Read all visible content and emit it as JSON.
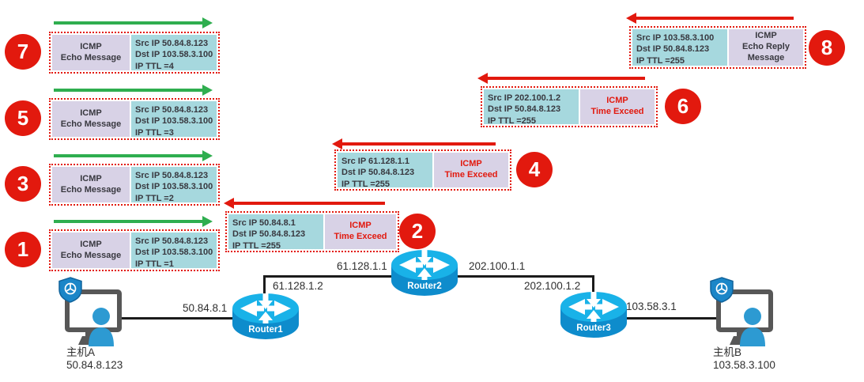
{
  "colors": {
    "red": "#e2190e",
    "green": "#2fae4f",
    "cell_icmp_bg": "#d8d2e6",
    "cell_ip_bg": "#a6d8de",
    "router_top": "#19b2e8",
    "router_body": "#0e8ccc",
    "line": "#1b1b1b"
  },
  "packets": {
    "left": [
      {
        "number": "7",
        "icmp": "ICMP\nEcho Message",
        "src": "Src IP 50.84.8.123",
        "dst": "Dst IP 103.58.3.100",
        "ttl": "IP TTL =4"
      },
      {
        "number": "5",
        "icmp": "ICMP\nEcho Message",
        "src": "Src IP 50.84.8.123",
        "dst": "Dst IP 103.58.3.100",
        "ttl": "IP TTL =3"
      },
      {
        "number": "3",
        "icmp": "ICMP\nEcho Message",
        "src": "Src IP 50.84.8.123",
        "dst": "Dst IP 103.58.3.100",
        "ttl": "IP TTL =2"
      },
      {
        "number": "1",
        "icmp": "ICMP\nEcho Message",
        "src": "Src IP 50.84.8.123",
        "dst": "Dst IP 103.58.3.100",
        "ttl": "IP TTL =1"
      }
    ],
    "right": [
      {
        "number": "8",
        "icmp": "ICMP\nEcho Reply\nMessage",
        "src": "Src IP 103.58.3.100",
        "dst": "Dst IP 50.84.8.123",
        "ttl": "IP TTL =255"
      },
      {
        "number": "6",
        "icmp": "ICMP\nTime Exceed",
        "src": "Src IP 202.100.1.2",
        "dst": "Dst IP 50.84.8.123",
        "ttl": "IP TTL =255"
      },
      {
        "number": "4",
        "icmp": "ICMP\nTime Exceed",
        "src": "Src IP 61.128.1.1",
        "dst": "Dst IP 50.84.8.123",
        "ttl": "IP TTL =255"
      },
      {
        "number": "2",
        "icmp": "ICMP\nTime Exceed",
        "src": "Src IP 50.84.8.1",
        "dst": "Dst IP 50.84.8.123",
        "ttl": "IP TTL =255"
      }
    ]
  },
  "topology": {
    "hosts": [
      {
        "name": "主机A",
        "ip": "50.84.8.123"
      },
      {
        "name": "主机B",
        "ip": "103.58.3.100"
      }
    ],
    "routers": [
      {
        "name": "Router1"
      },
      {
        "name": "Router2"
      },
      {
        "name": "Router3"
      }
    ],
    "links": [
      {
        "label": "50.84.8.1"
      },
      {
        "label": "61.128.1.2"
      },
      {
        "label": "61.128.1.1"
      },
      {
        "label": "202.100.1.1"
      },
      {
        "label": "202.100.1.2"
      },
      {
        "label": "103.58.3.1"
      }
    ]
  }
}
